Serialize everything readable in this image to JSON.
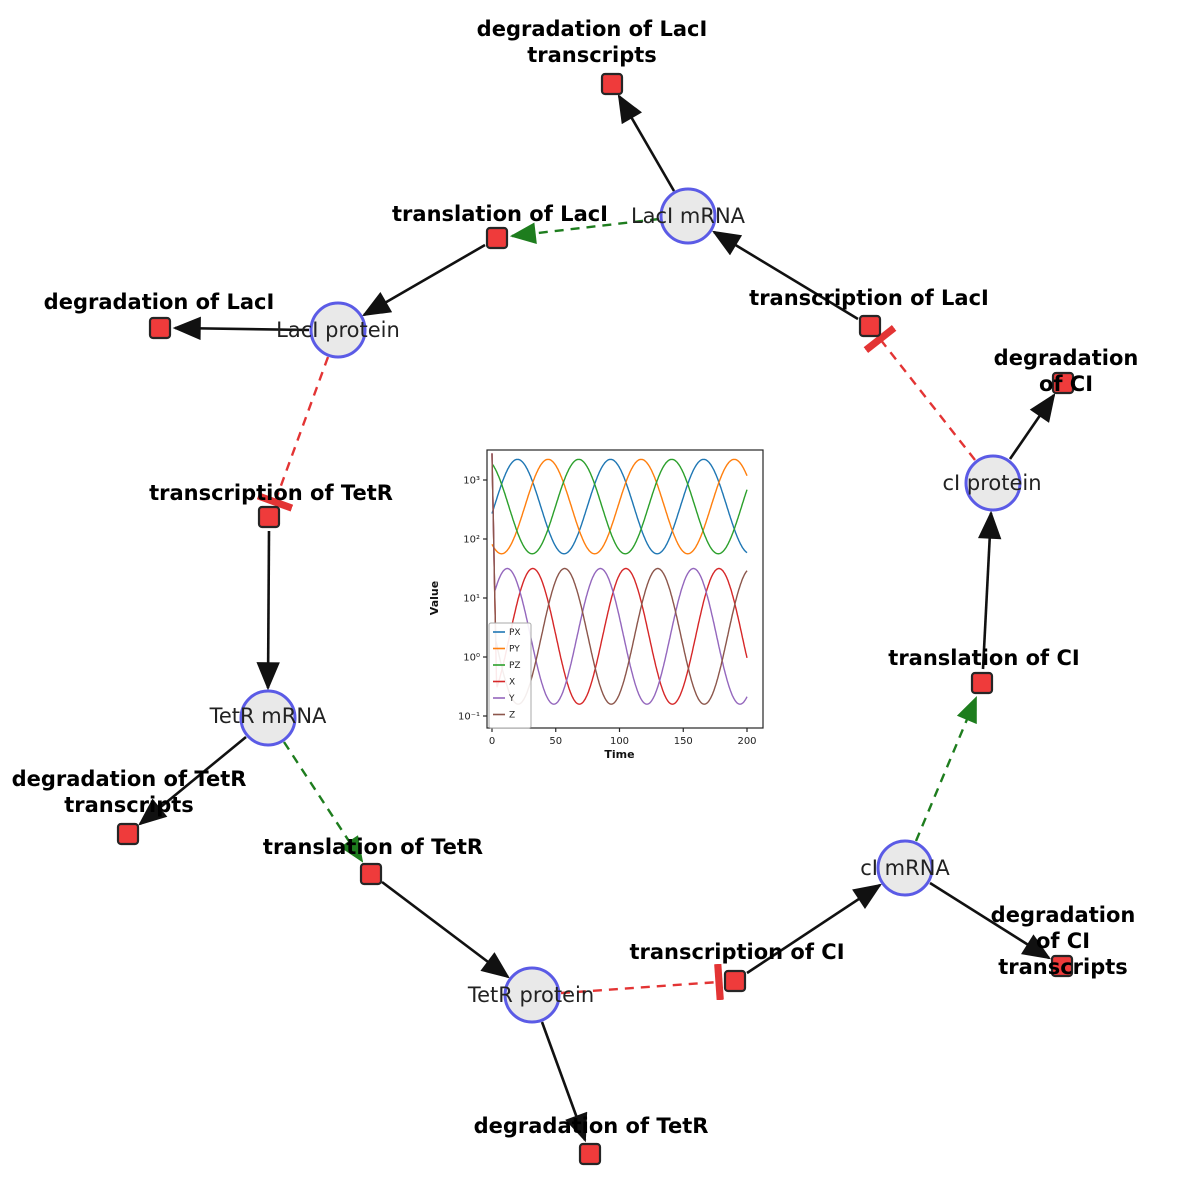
{
  "diagram": {
    "species": [
      {
        "label": "LacI mRNA"
      },
      {
        "label": "LacI protein"
      },
      {
        "label": "TetR mRNA"
      },
      {
        "label": "TetR protein"
      },
      {
        "label": "cI mRNA"
      },
      {
        "label": "cI protein"
      }
    ],
    "reactions": [
      {
        "label": "degradation of LacI\ntranscripts"
      },
      {
        "label": "translation of LacI"
      },
      {
        "label": "transcription of LacI"
      },
      {
        "label": "degradation of LacI"
      },
      {
        "label": "degradation of CI"
      },
      {
        "label": "transcription of TetR"
      },
      {
        "label": "translation of CI"
      },
      {
        "label": "degradation of TetR\ntranscripts"
      },
      {
        "label": "translation of TetR"
      },
      {
        "label": "transcription of CI"
      },
      {
        "label": "degradation of CI\ntranscripts"
      },
      {
        "label": "degradation of TetR"
      }
    ],
    "colors": {
      "species_fill": "#e9e9e9",
      "species_stroke": "#5b5be6",
      "reaction_fill": "#ef3b3b",
      "reaction_stroke": "#262626",
      "edge": "#111111",
      "activation": "#1e7d1e",
      "inhibition": "#e33434"
    }
  },
  "chart_data": {
    "type": "line",
    "title": "",
    "xlabel": "Time",
    "ylabel": "Value",
    "x_range": [
      0,
      200
    ],
    "x_ticks": [
      0,
      50,
      100,
      150,
      200
    ],
    "y_scale": "log",
    "y_tick_labels": [
      "10³",
      "10²",
      "10¹",
      "10⁰",
      "10⁻¹"
    ],
    "y_tick_exponents": [
      3,
      2,
      1,
      0,
      -1
    ],
    "legend_position": "lower left",
    "legend": [
      "PX",
      "PY",
      "PZ",
      "X",
      "Y",
      "Z"
    ],
    "series": [
      {
        "name": "PX",
        "color": "#1f77b4",
        "kind": "protein",
        "log_mean": 2.55,
        "log_amp": 0.8,
        "period": 73,
        "peak_t": 20,
        "initial_spike": false
      },
      {
        "name": "PY",
        "color": "#ff7f0e",
        "kind": "protein",
        "log_mean": 2.55,
        "log_amp": 0.8,
        "period": 73,
        "peak_t": 44,
        "initial_spike": false
      },
      {
        "name": "PZ",
        "color": "#2ca02c",
        "kind": "protein",
        "log_mean": 2.55,
        "log_amp": 0.8,
        "period": 73,
        "peak_t": 68,
        "initial_spike": false
      },
      {
        "name": "X",
        "color": "#d62728",
        "kind": "mrna",
        "log_mean": 0.35,
        "log_amp": 1.15,
        "period": 73,
        "peak_t": 32,
        "initial_spike": true
      },
      {
        "name": "Y",
        "color": "#9467bd",
        "kind": "mrna",
        "log_mean": 0.35,
        "log_amp": 1.15,
        "period": 73,
        "peak_t": 12,
        "initial_spike": true
      },
      {
        "name": "Z",
        "color": "#8c564b",
        "kind": "mrna",
        "log_mean": 0.35,
        "log_amp": 1.15,
        "period": 73,
        "peak_t": 57,
        "initial_spike": true
      }
    ],
    "description": "Repressilator oscillations: proteins PX/PY/PZ cycle between ~60 and ~2300, mRNAs X/Y/Z cycle between ~0.15 and ~30, period ~73 time units"
  }
}
